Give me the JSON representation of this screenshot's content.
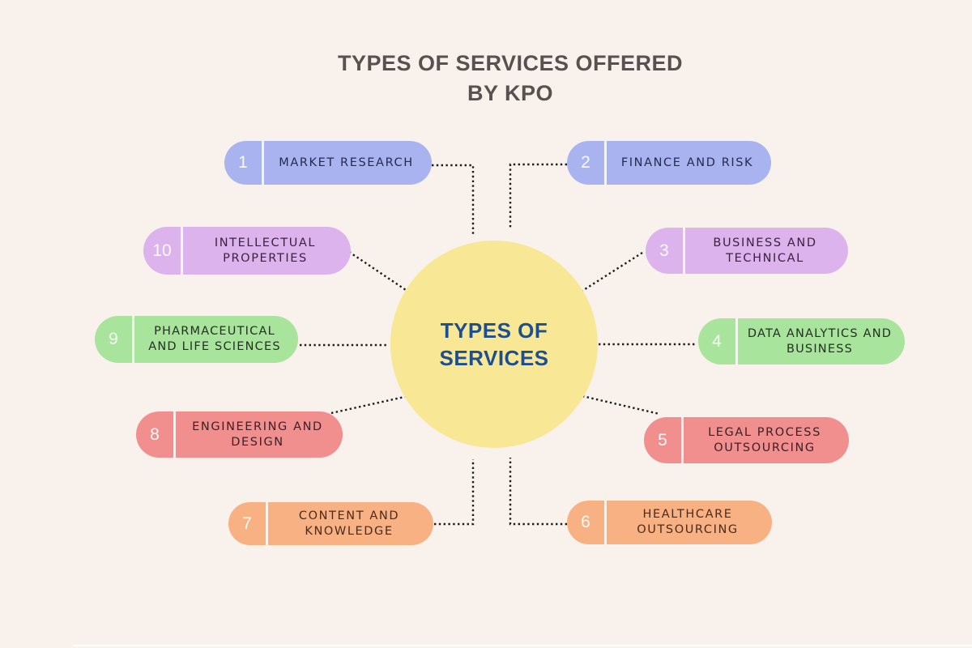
{
  "title": {
    "line1": "TYPES OF SERVICES OFFERED",
    "line2": "BY KPO"
  },
  "center": {
    "line1": "TYPES OF",
    "line2": "SERVICES",
    "fill": "#f8e795",
    "text_color": "#1d4e8f"
  },
  "items": [
    {
      "number": "1",
      "label": "MARKET RESEARCH",
      "fill": "#a9b3ef"
    },
    {
      "number": "2",
      "label": "FINANCE AND RISK",
      "fill": "#a9b3ef"
    },
    {
      "number": "3",
      "label": "BUSINESS AND\nTECHNICAL",
      "fill": "#ddb3ee"
    },
    {
      "number": "4",
      "label": "DATA ANALYTICS AND\nBUSINESS",
      "fill": "#a8e49c"
    },
    {
      "number": "5",
      "label": "LEGAL PROCESS\nOUTSOURCING",
      "fill": "#f18e8e"
    },
    {
      "number": "6",
      "label": "HEALTHCARE\nOUTSOURCING",
      "fill": "#f8b183"
    },
    {
      "number": "7",
      "label": "CONTENT AND\nKNOWLEDGE",
      "fill": "#f8b183"
    },
    {
      "number": "8",
      "label": "ENGINEERING AND\nDESIGN",
      "fill": "#f18e8e"
    },
    {
      "number": "9",
      "label": "PHARMACEUTICAL\nAND LIFE SCIENCES",
      "fill": "#a8e49c"
    },
    {
      "number": "10",
      "label": "INTELLECTUAL\nPROPERTIES",
      "fill": "#ddb3ee"
    }
  ],
  "colors": {
    "background": "#f9f2ec",
    "title_text": "#57524f",
    "connector": "#1c1c1c",
    "number_text": "#ffffff",
    "blue_pill": "#a9b3ef",
    "purple_pill": "#ddb3ee",
    "green_pill": "#a8e49c",
    "red_pill": "#f18e8e",
    "orange_pill": "#f8b183"
  }
}
